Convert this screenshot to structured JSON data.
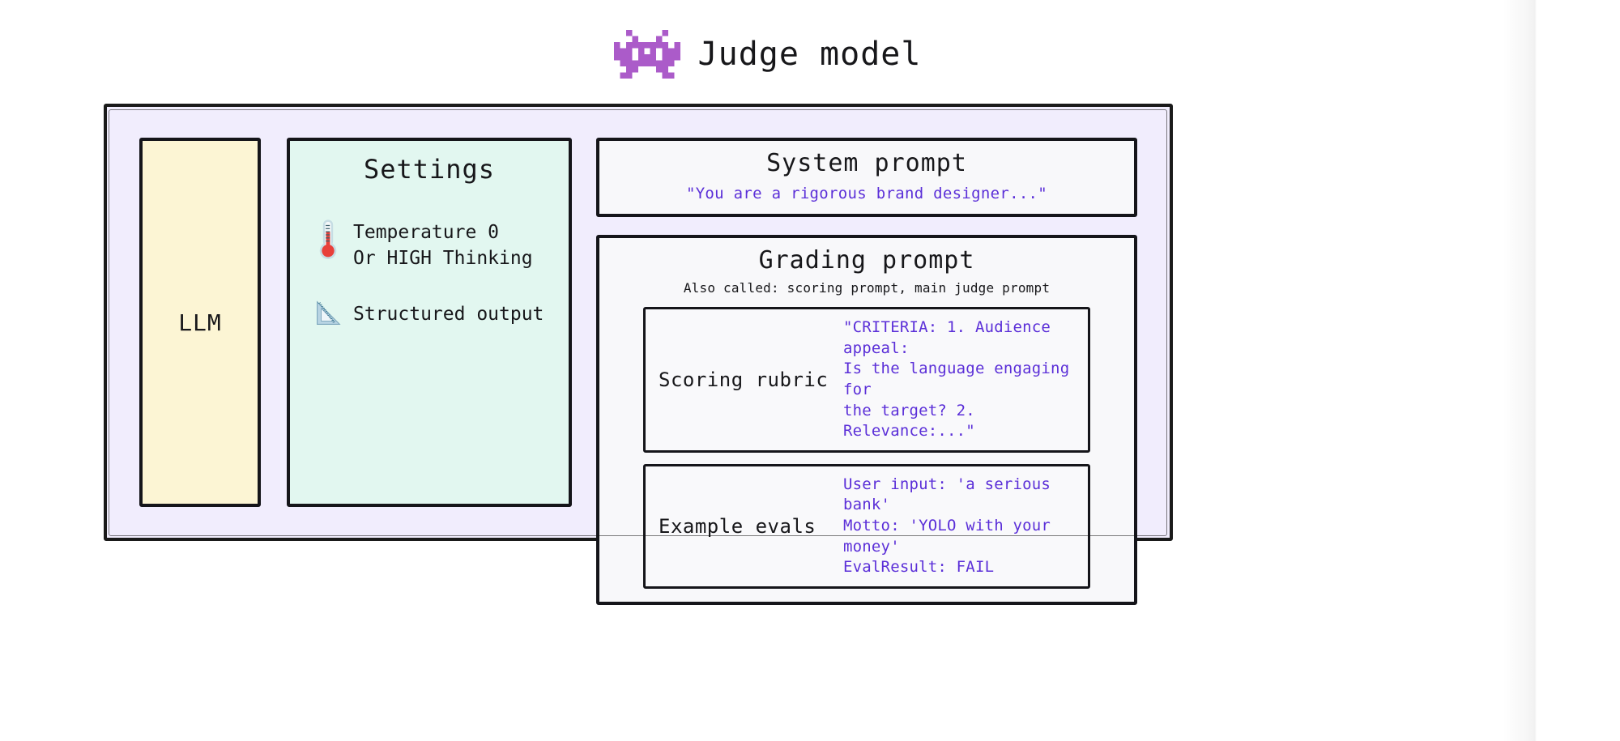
{
  "header": {
    "icon": "space-invader-alien-icon",
    "title": "Judge model"
  },
  "colors": {
    "outer_panel_bg": "#F1EDFD",
    "llm_bg": "#FCF5D4",
    "settings_bg": "#E2F7F0",
    "panel_bg": "#F8F8FA",
    "stroke": "#15151A",
    "prompt_text": "#5B2FD8",
    "body_text": "#17171A",
    "alien_purple": "#A855C8"
  },
  "llm": {
    "label": "LLM"
  },
  "settings": {
    "title": "Settings",
    "items": [
      {
        "icon": "thermometer-icon",
        "text": "Temperature 0\nOr HIGH Thinking"
      },
      {
        "icon": "triangular-ruler-icon",
        "text": "Structured output"
      }
    ]
  },
  "system_prompt": {
    "title": "System prompt",
    "quote": "\"You are a rigorous brand designer...\""
  },
  "grading_prompt": {
    "title": "Grading prompt",
    "subtitle": "Also called: scoring prompt, main judge prompt",
    "sections": [
      {
        "label": "Scoring rubric",
        "body": "\"CRITERIA: 1. Audience appeal:\nIs the language engaging for\nthe target? 2. Relevance:...\""
      },
      {
        "label": "Example evals",
        "body": "User input: 'a serious bank'\nMotto: 'YOLO with your money'\nEvalResult: FAIL"
      }
    ]
  }
}
